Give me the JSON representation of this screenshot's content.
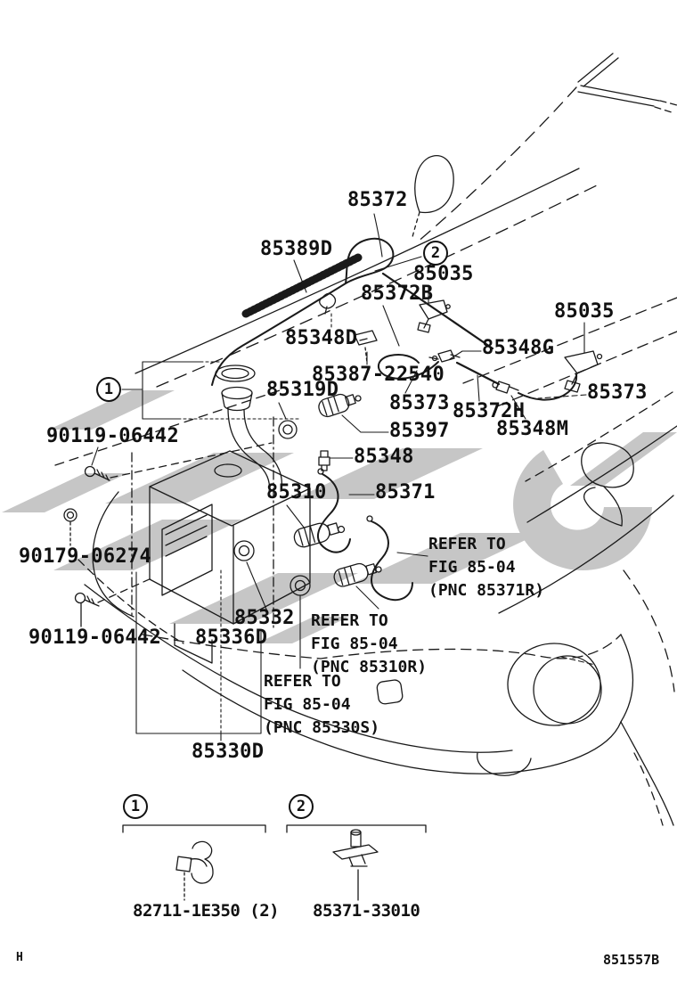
{
  "doc": {
    "page_marker": "H",
    "drawing_code": "851557B"
  },
  "callouts": {
    "one": "1",
    "two": "2"
  },
  "parts": {
    "p85372": "85372",
    "p85389d": "85389D",
    "p85035": "85035",
    "p85372b": "85372B",
    "p85348d": "85348D",
    "p85348g": "85348G",
    "p85387": "85387-22540",
    "p85319d": "85319D",
    "p85373": "85373",
    "p85372h": "85372H",
    "p90119": "90119-06442",
    "p85397": "85397",
    "p85348m": "85348M",
    "p85348": "85348",
    "p85310": "85310",
    "p85371": "85371",
    "p90179": "90179-06274",
    "p85332": "85332",
    "p85336d": "85336D",
    "p85330d": "85330D"
  },
  "notes": {
    "refer_85371r": "REFER TO\nFIG 85-04\n(PNC 85371R)",
    "refer_85310r": "REFER TO\nFIG 85-04\n(PNC 85310R)",
    "refer_85330s": "REFER TO\nFIG 85-04\n(PNC 85330S)"
  },
  "legend": {
    "item1": {
      "number": "1",
      "part": "82711-1E350 (2)"
    },
    "item2": {
      "number": "2",
      "part": "85371-33010"
    }
  },
  "colors": {
    "line": "#1a1a1a",
    "watermark": "#c6c6c6",
    "background": "#ffffff"
  }
}
